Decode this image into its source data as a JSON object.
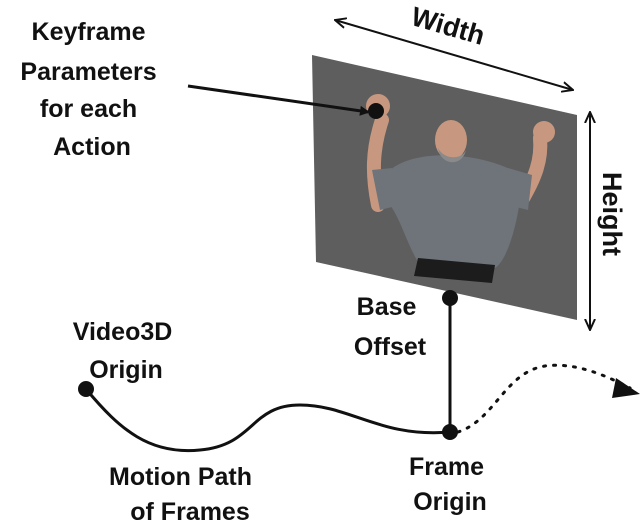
{
  "labels": {
    "keyframe": [
      "Keyframe",
      "Parameters",
      "for each",
      "Action"
    ],
    "width": "Width",
    "height": "Height",
    "base_offset": [
      "Base",
      "Offset"
    ],
    "video3d_origin": [
      "Video3D",
      "Origin"
    ],
    "motion_path": [
      "Motion Path",
      "of Frames"
    ],
    "frame_origin": [
      "Frame",
      "Origin"
    ]
  },
  "colors": {
    "ink": "#111111",
    "frame_background": "#5b5b5b",
    "shirt": "#6f7478",
    "skin": "#c79a82",
    "pants": "#1d1d1d"
  }
}
